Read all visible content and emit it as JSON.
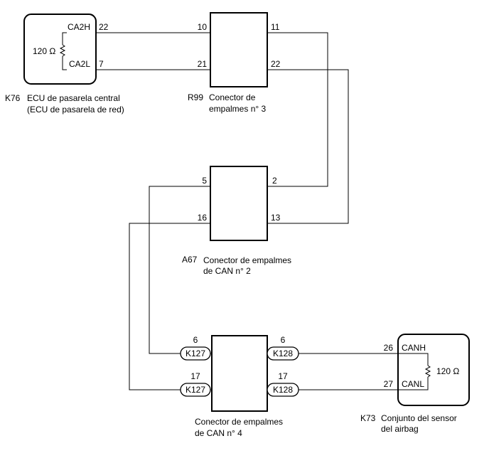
{
  "components": {
    "k76": {
      "code": "K76",
      "name_line1": "ECU de pasarela central",
      "name_line2": "(ECU de pasarela de red)",
      "resistor": "120 Ω",
      "pin_h_label": "CA2H",
      "pin_l_label": "CA2L",
      "pin_h_num": "22",
      "pin_l_num": "7"
    },
    "r99": {
      "code": "R99",
      "name_line1": "Conector de",
      "name_line2": "empalmes n° 3",
      "pin_in_h": "10",
      "pin_in_l": "21",
      "pin_out_h": "11",
      "pin_out_l": "22"
    },
    "a67": {
      "code": "A67",
      "name_line1": "Conector de empalmes",
      "name_line2": "de CAN n° 2",
      "pin_in_h": "5",
      "pin_in_l": "16",
      "pin_out_h": "2",
      "pin_out_l": "13"
    },
    "can4": {
      "name_line1": "Conector de empalmes",
      "name_line2": "de CAN n° 4",
      "plug_left": "K127",
      "plug_right": "K128",
      "pin_h_left": "6",
      "pin_h_right": "6",
      "pin_l_left": "17",
      "pin_l_right": "17"
    },
    "k73": {
      "code": "K73",
      "name_line1": "Conjunto del sensor",
      "name_line2": "del airbag",
      "resistor": "120 Ω",
      "pin_h_label": "CANH",
      "pin_l_label": "CANL",
      "pin_h_num": "26",
      "pin_l_num": "27"
    }
  }
}
